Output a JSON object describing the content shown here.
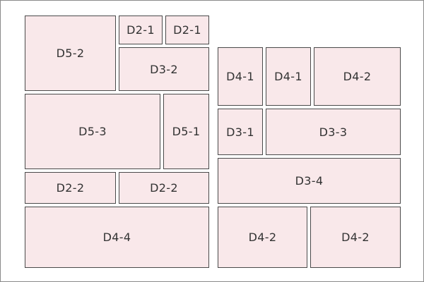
{
  "colors": {
    "tile_fill": "#f9e8ea",
    "tile_border": "#4a4a4a",
    "frame_border": "#8a8a8a",
    "text": "#333333"
  },
  "tiles": [
    "D5-2",
    "D2-1",
    "D2-1",
    "D3-2",
    "D5-3",
    "D5-1",
    "D2-2",
    "D2-2",
    "D4-4",
    "D4-1",
    "D4-1",
    "D4-2",
    "D3-1",
    "D3-3",
    "D3-4",
    "D4-2",
    "D4-2"
  ]
}
